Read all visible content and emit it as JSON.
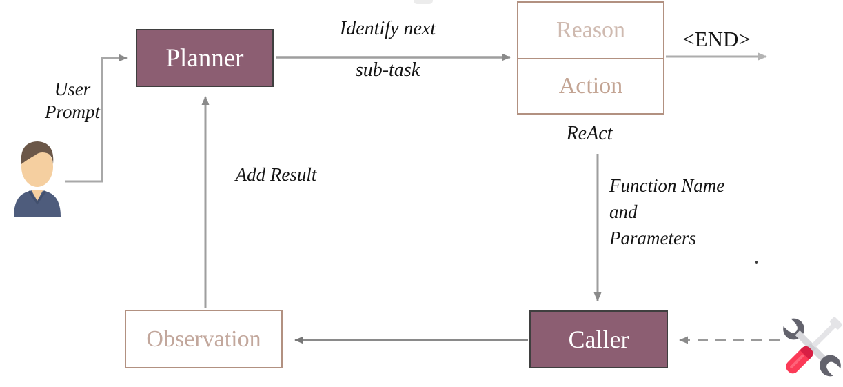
{
  "diagram": {
    "title_hint": "agent planner-caller flow diagram",
    "boxes": {
      "planner": {
        "label": "Planner"
      },
      "react": {
        "reason_label": "Reason",
        "action_label": "Action",
        "caption": "ReAct"
      },
      "observation": {
        "label": "Observation"
      },
      "caller": {
        "label": "Caller"
      }
    },
    "edges": {
      "user_prompt": {
        "lines": [
          "User",
          "Prompt"
        ]
      },
      "identify_subtask": {
        "lines": [
          "Identify next",
          "sub-task"
        ]
      },
      "end_token": {
        "label": "<END>"
      },
      "function_params": {
        "lines": [
          "Function Name",
          "and",
          "Parameters"
        ]
      },
      "add_result": {
        "label": "Add Result"
      }
    },
    "icons": {
      "user": "user-person-icon",
      "tools": "wrench-and-screwdriver-icon"
    },
    "colors": {
      "dark_box_fill": "#8c5e72",
      "dark_box_border": "#3f3f3f",
      "light_box_border": "#b29181",
      "reason_text": "#cfbab0",
      "action_text": "#c3a493",
      "observation_text": "#c2a79c",
      "arrow_gray": "#9e9e9e",
      "arrow_dark_gray": "#8a8a8a",
      "label_text": "#141414",
      "screwdriver_red": "#f93a56",
      "wrench_gray": "#63636d"
    }
  }
}
